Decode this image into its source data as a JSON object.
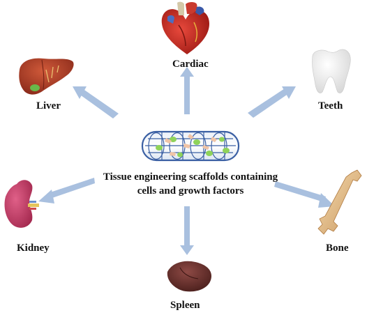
{
  "center": {
    "line1": "Tissue engineering scaffolds containing",
    "line2": "cells and growth factors"
  },
  "organs": {
    "cardiac": "Cardiac",
    "liver": "Liver",
    "teeth": "Teeth",
    "kidney": "Kidney",
    "bone": "Bone",
    "spleen": "Spleen"
  },
  "colors": {
    "arrow": "#a9c0df",
    "scaffold_blue": "#3a5fa3",
    "cell_green": "#8fd35a",
    "cell_pink": "#f0c4a6"
  }
}
